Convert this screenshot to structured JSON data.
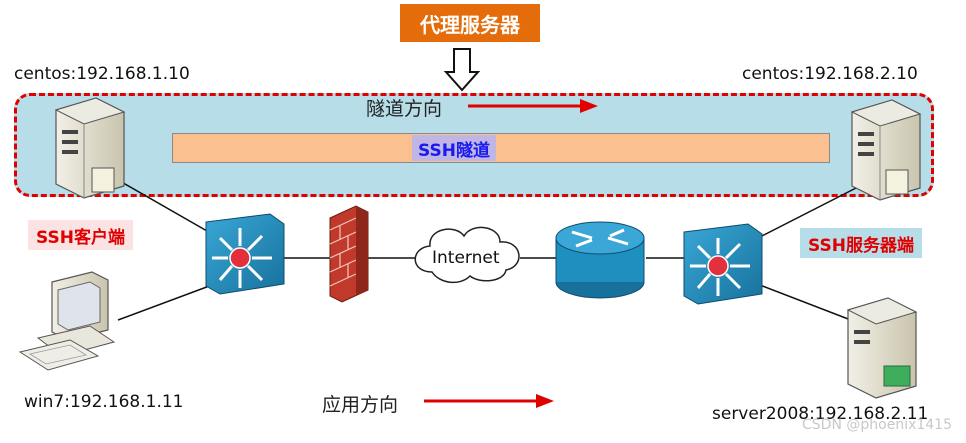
{
  "proxy": {
    "title": "代理服务器"
  },
  "hosts": {
    "client_centos": "centos:192.168.1.10",
    "server_centos": "centos:192.168.2.10",
    "win7": "win7:192.168.1.11",
    "server2008": "server2008:192.168.2.11"
  },
  "tunnel": {
    "label": "SSH隧道",
    "direction_label": "隧道方向"
  },
  "app_direction_label": "应用方向",
  "roles": {
    "client": "SSH客户端",
    "server": "SSH服务器端"
  },
  "cloud": {
    "label": "Internet"
  },
  "colors": {
    "proxy_bg": "#e46c0a",
    "tunnel_region": "#b7dde8",
    "tunnel_border": "#e00000",
    "tunnel_bar": "#fac090",
    "tunnel_label_bg": "#bfb6e5",
    "tunnel_label_text": "#1a1aee",
    "arrow": "#e00000",
    "switch": "#1f8fbf",
    "router": "#1f8fbf",
    "firewall": "#c0392b"
  },
  "icons": [
    "server-icon",
    "desktop-pc-icon",
    "switch-icon",
    "firewall-icon",
    "cloud-icon",
    "router-icon",
    "hollow-down-arrow-icon"
  ],
  "watermark": "CSDN @phoenix1415"
}
